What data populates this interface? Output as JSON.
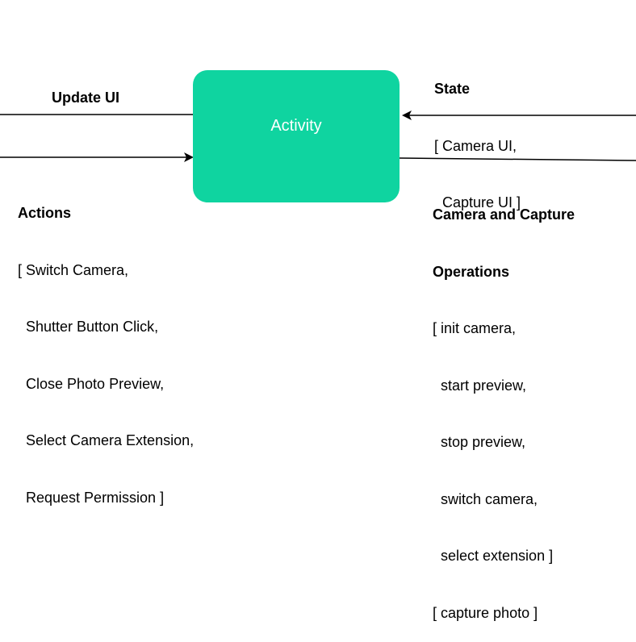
{
  "diagram": {
    "colors": {
      "activity_fill": "#0fd4a0",
      "activity_text": "#ffffff",
      "line": "#000000"
    },
    "activity": {
      "label": "Activity"
    },
    "update_ui": {
      "label": "Update UI"
    },
    "actions": {
      "title": "Actions",
      "items": [
        "[ Switch Camera,",
        "  Shutter Button Click,",
        "  Close Photo Preview,",
        "  Select Camera Extension,",
        "  Request Permission ]"
      ]
    },
    "state": {
      "title": "State",
      "items": [
        "[ Camera UI,",
        "  Capture UI ]"
      ]
    },
    "camera_ops": {
      "title_lines": [
        "Camera and Capture",
        "Operations"
      ],
      "items": [
        "[ init camera,",
        "  start preview,",
        "  stop preview,",
        "  switch camera,",
        "  select extension ]",
        "[ capture photo ]"
      ]
    }
  }
}
